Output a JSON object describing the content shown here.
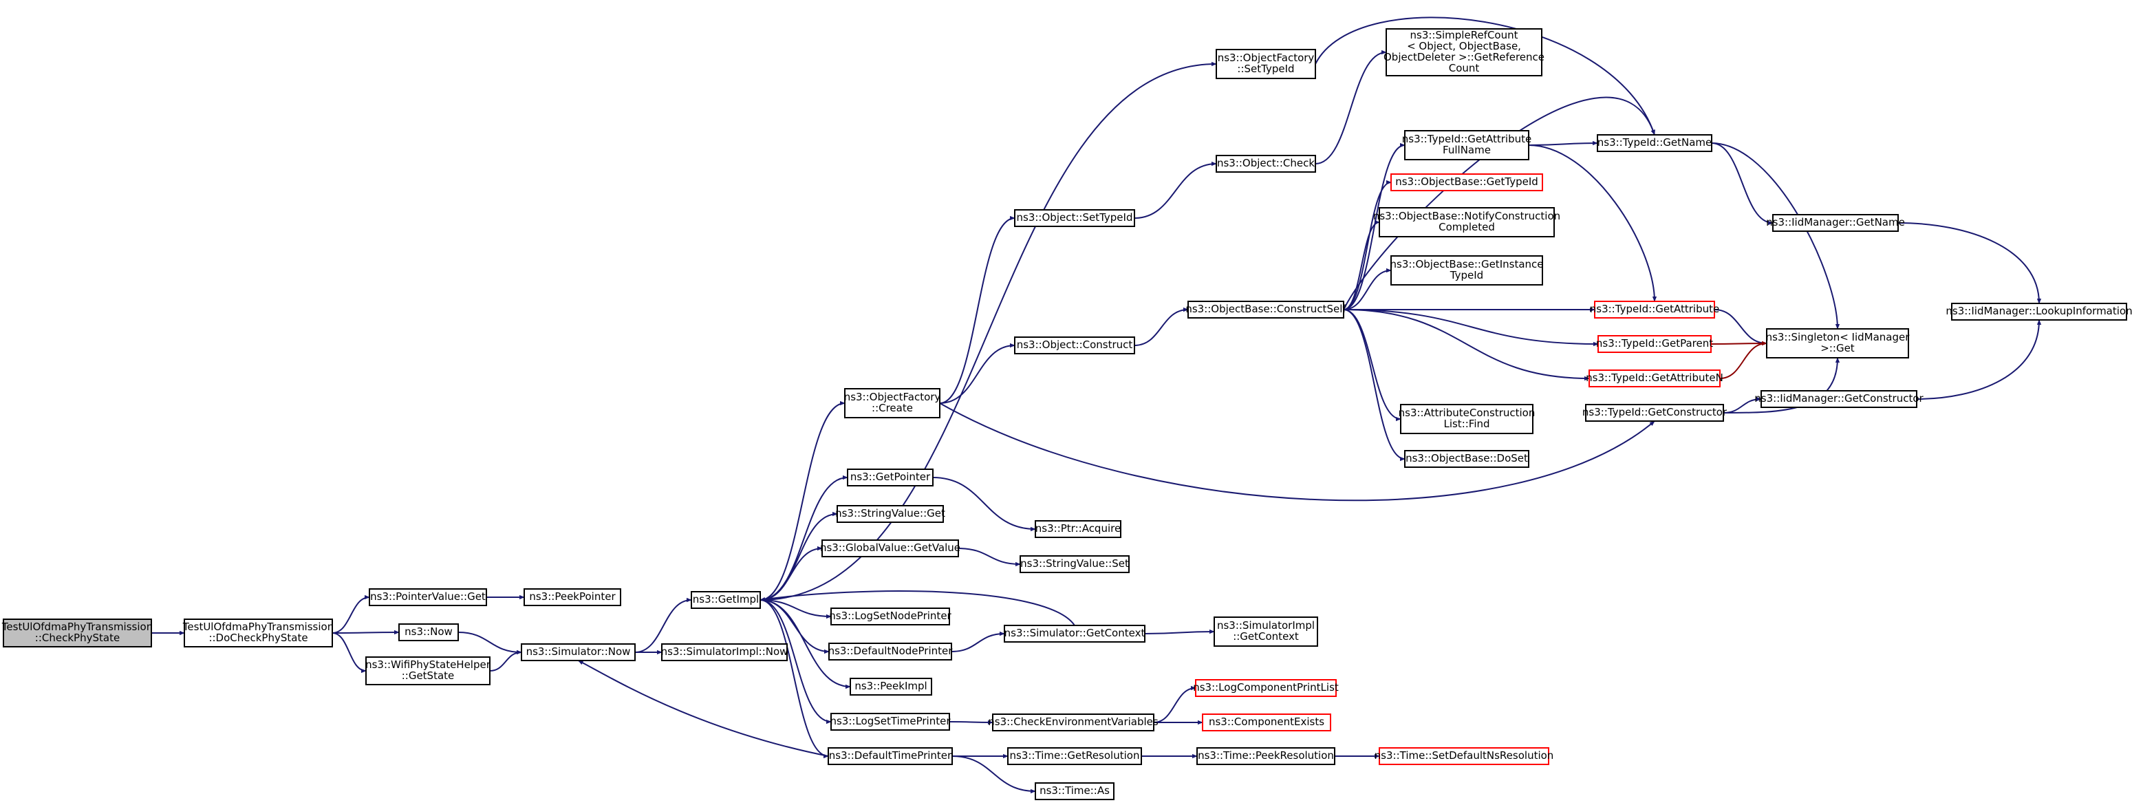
{
  "colors": {
    "edge": "#191970",
    "edge_truncated": "#8b0000",
    "node_border": "#000000",
    "node_truncated_border": "#ff0000",
    "root_fill": "#bfbfbf"
  },
  "nodes": [
    {
      "id": "root",
      "lines": [
        "TestUlOfdmaPhyTransmission",
        "::CheckPhyState"
      ],
      "root": true
    },
    {
      "id": "docheck",
      "lines": [
        "TestUlOfdmaPhyTransmission",
        "::DoCheckPhyState"
      ]
    },
    {
      "id": "pvget",
      "lines": [
        "ns3::PointerValue::Get"
      ]
    },
    {
      "id": "peekptr",
      "lines": [
        "ns3::PeekPointer"
      ]
    },
    {
      "id": "now",
      "lines": [
        "ns3::Now"
      ]
    },
    {
      "id": "wifistate",
      "lines": [
        "ns3::WifiPhyStateHelper",
        "::GetState"
      ]
    },
    {
      "id": "simnow",
      "lines": [
        "ns3::Simulator::Now"
      ]
    },
    {
      "id": "simimplnow",
      "lines": [
        "ns3::SimulatorImpl::Now"
      ]
    },
    {
      "id": "getimpl",
      "lines": [
        "ns3::GetImpl"
      ]
    },
    {
      "id": "ofcreate",
      "lines": [
        "ns3::ObjectFactory",
        "::Create"
      ]
    },
    {
      "id": "ofsettypeid",
      "lines": [
        "ns3::ObjectFactory",
        "::SetTypeId"
      ]
    },
    {
      "id": "getpointer",
      "lines": [
        "ns3::GetPointer"
      ]
    },
    {
      "id": "strget",
      "lines": [
        "ns3::StringValue::Get"
      ]
    },
    {
      "id": "gvgetvalue",
      "lines": [
        "ns3::GlobalValue::GetValue"
      ]
    },
    {
      "id": "logsetnode",
      "lines": [
        "ns3::LogSetNodePrinter"
      ]
    },
    {
      "id": "defnode",
      "lines": [
        "ns3::DefaultNodePrinter"
      ]
    },
    {
      "id": "peekimpl",
      "lines": [
        "ns3::PeekImpl"
      ]
    },
    {
      "id": "logsettime",
      "lines": [
        "ns3::LogSetTimePrinter"
      ]
    },
    {
      "id": "deftime",
      "lines": [
        "ns3::DefaultTimePrinter"
      ]
    },
    {
      "id": "objsettypeid",
      "lines": [
        "ns3::Object::SetTypeId"
      ]
    },
    {
      "id": "objconstruct",
      "lines": [
        "ns3::Object::Construct"
      ]
    },
    {
      "id": "ptracquire",
      "lines": [
        "ns3::Ptr::Acquire"
      ]
    },
    {
      "id": "strset",
      "lines": [
        "ns3::StringValue::Set"
      ]
    },
    {
      "id": "simgetctx",
      "lines": [
        "ns3::Simulator::GetContext"
      ]
    },
    {
      "id": "checkenv",
      "lines": [
        "ns3::CheckEnvironmentVariables"
      ]
    },
    {
      "id": "timegetres",
      "lines": [
        "ns3::Time::GetResolution"
      ]
    },
    {
      "id": "timeas",
      "lines": [
        "ns3::Time::As"
      ]
    },
    {
      "id": "objcheck",
      "lines": [
        "ns3::Object::Check"
      ]
    },
    {
      "id": "simplerefcount",
      "lines": [
        "ns3::SimpleRefCount",
        "< Object, ObjectBase,",
        "ObjectDeleter >::GetReference",
        "Count"
      ]
    },
    {
      "id": "constructself",
      "lines": [
        "ns3::ObjectBase::ConstructSelf"
      ]
    },
    {
      "id": "simimplgetctx",
      "lines": [
        "ns3::SimulatorImpl",
        "::GetContext"
      ]
    },
    {
      "id": "logcomp",
      "lines": [
        "ns3::LogComponentPrintList"
      ],
      "truncated": true
    },
    {
      "id": "compexists",
      "lines": [
        "ns3::ComponentExists"
      ],
      "truncated": true
    },
    {
      "id": "timepeekres",
      "lines": [
        "ns3::Time::PeekResolution"
      ]
    },
    {
      "id": "setdefns",
      "lines": [
        "ns3::Time::SetDefaultNsResolution"
      ],
      "truncated": true
    },
    {
      "id": "getattrfull",
      "lines": [
        "ns3::TypeId::GetAttribute",
        "FullName"
      ]
    },
    {
      "id": "obgettypeid",
      "lines": [
        "ns3::ObjectBase::GetTypeId"
      ],
      "truncated": true
    },
    {
      "id": "notifyconst",
      "lines": [
        "ns3::ObjectBase::NotifyConstruction",
        "Completed"
      ]
    },
    {
      "id": "getinsttypeid",
      "lines": [
        "ns3::ObjectBase::GetInstance",
        "TypeId"
      ]
    },
    {
      "id": "attrconstfind",
      "lines": [
        "ns3::AttributeConstruction",
        "List::Find"
      ]
    },
    {
      "id": "doset",
      "lines": [
        "ns3::ObjectBase::DoSet"
      ]
    },
    {
      "id": "tidgetname",
      "lines": [
        "ns3::TypeId::GetName"
      ]
    },
    {
      "id": "tidgetattr",
      "lines": [
        "ns3::TypeId::GetAttribute"
      ],
      "truncated": true
    },
    {
      "id": "tidgetparent",
      "lines": [
        "ns3::TypeId::GetParent"
      ],
      "truncated": true
    },
    {
      "id": "tidgetattrn",
      "lines": [
        "ns3::TypeId::GetAttributeN"
      ],
      "truncated": true
    },
    {
      "id": "tidgetctor",
      "lines": [
        "ns3::TypeId::GetConstructor"
      ]
    },
    {
      "id": "iidgetname",
      "lines": [
        "ns3::IidManager::GetName"
      ]
    },
    {
      "id": "singleton",
      "lines": [
        "ns3::Singleton< IidManager",
        ">::Get"
      ]
    },
    {
      "id": "iidgetctor",
      "lines": [
        "ns3::IidManager::GetConstructor"
      ]
    },
    {
      "id": "iidlookup",
      "lines": [
        "ns3::IidManager::LookupInformation"
      ]
    }
  ]
}
